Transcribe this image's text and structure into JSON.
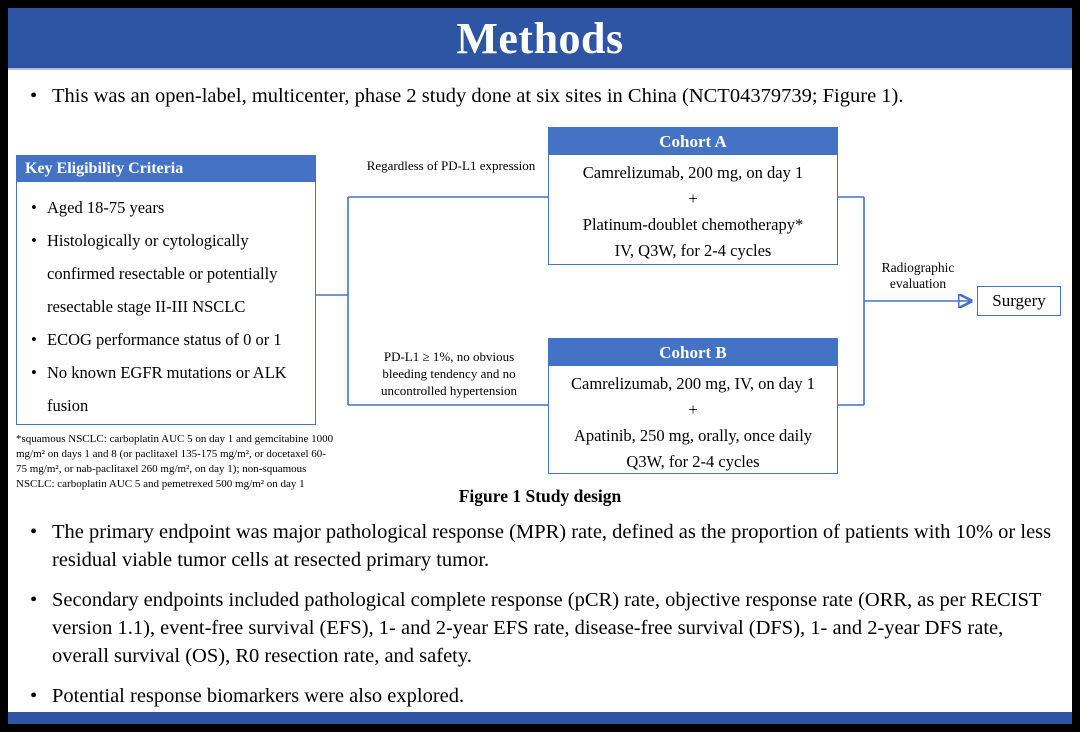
{
  "colors": {
    "title_bar_blue": "#2e55a3",
    "box_header_blue": "#4472c4",
    "line_blue": "#4472c4",
    "text_black": "#000000"
  },
  "header": {
    "title": "Methods"
  },
  "intro": {
    "text": "This was an open-label, multicenter, phase 2 study done at six sites in China (NCT04379739; Figure 1)."
  },
  "figure": {
    "caption": "Figure 1 Study design",
    "eligibility": {
      "header": "Key Eligibility Criteria",
      "items": [
        "Aged 18-75 years",
        "Histologically or cytologically confirmed resectable or potentially resectable stage II-III NSCLC",
        "ECOG performance status of 0 or 1",
        "No known EGFR mutations or ALK fusion"
      ]
    },
    "branches": {
      "top_label": "Regardless of PD-L1 expression",
      "bottom_label": "PD-L1 ≥ 1%, no obvious bleeding tendency and no uncontrolled hypertension"
    },
    "cohort_a": {
      "header": "Cohort A",
      "line1": "Camrelizumab, 200 mg, on day 1",
      "line2": "+",
      "line3": "Platinum-doublet chemotherapy*",
      "line4": "IV, Q3W, for 2-4 cycles"
    },
    "cohort_b": {
      "header": "Cohort B",
      "line1": "Camrelizumab, 200 mg, IV, on day 1",
      "line2": "+",
      "line3": "Apatinib, 250 mg, orally, once daily",
      "line4": "Q3W, for 2-4 cycles"
    },
    "evaluation_label": "Radiographic evaluation",
    "surgery_label": "Surgery",
    "footnote": "*squamous NSCLC: carboplatin AUC 5 on day 1 and gemcitabine 1000 mg/m² on days 1 and 8 (or paclitaxel 135-175 mg/m², or docetaxel 60-75 mg/m², or nab-paclitaxel 260 mg/m², on day 1); non-squamous NSCLC: carboplatin AUC 5 and pemetrexed 500 mg/m² on day 1"
  },
  "bullets": [
    "The primary endpoint was major pathological response (MPR) rate, defined as the proportion of patients with 10% or less residual viable tumor cells at resected primary tumor.",
    "Secondary endpoints included pathological complete response (pCR) rate, objective response rate (ORR, as per RECIST version 1.1), event-free survival (EFS), 1- and 2-year EFS rate, disease-free survival (DFS), 1- and 2-year DFS rate, overall survival (OS), R0 resection rate, and safety.",
    "Potential response biomarkers were also explored."
  ]
}
